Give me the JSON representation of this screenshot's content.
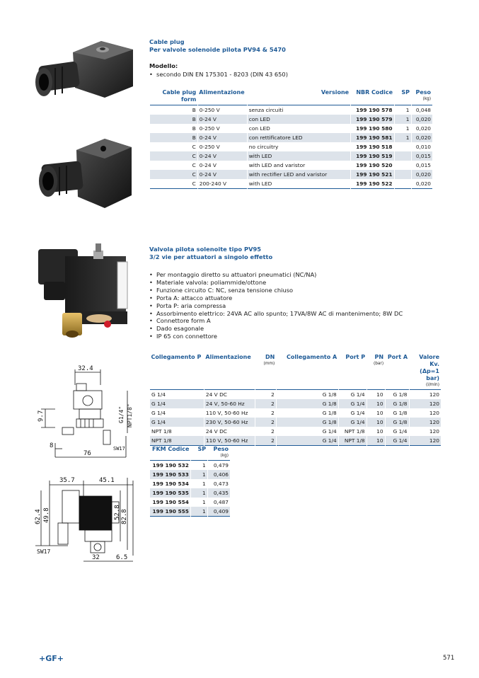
{
  "section1": {
    "title_line1": "Cable plug",
    "title_line2": "Per valvole solenoide pilota PV94 & 5470",
    "model_label": "Modello:",
    "bullets": [
      "secondo DIN EN 175301 - 8203 (DIN 43 650)"
    ],
    "table": {
      "headers": {
        "form": "Cable plug form",
        "alimentazione": "Alimentazione",
        "versione": "Versione",
        "codice": "NBR Codice",
        "sp": "SP",
        "peso": "Peso",
        "peso_unit": "(kg)"
      },
      "rows": [
        {
          "form": "B",
          "alim": "0-250 V",
          "ver": "senza circuiti",
          "code": "199 190 578",
          "sp": "1",
          "peso": "0,048"
        },
        {
          "form": "B",
          "alim": "0-24 V",
          "ver": "con LED",
          "code": "199 190 579",
          "sp": "1",
          "peso": "0,020"
        },
        {
          "form": "B",
          "alim": "0-250 V",
          "ver": "con LED",
          "code": "199 190 580",
          "sp": "1",
          "peso": "0,020"
        },
        {
          "form": "B",
          "alim": "0-24 V",
          "ver": "con rettificatore LED",
          "code": "199 190 581",
          "sp": "1",
          "peso": "0,020"
        },
        {
          "form": "C",
          "alim": "0-250 V",
          "ver": "no circuitry",
          "code": "199 190 518",
          "sp": "",
          "peso": "0,010"
        },
        {
          "form": "C",
          "alim": "0-24 V",
          "ver": "with LED",
          "code": "199 190 519",
          "sp": "",
          "peso": "0,015"
        },
        {
          "form": "C",
          "alim": "0-24 V",
          "ver": "with LED and varistor",
          "code": "199 190 520",
          "sp": "",
          "peso": "0,015"
        },
        {
          "form": "C",
          "alim": "0-24 V",
          "ver": "with rectifier LED and varistor",
          "code": "199 190 521",
          "sp": "",
          "peso": "0,020"
        },
        {
          "form": "C",
          "alim": "200-240 V",
          "ver": "with LED",
          "code": "199 190 522",
          "sp": "",
          "peso": "0,020"
        }
      ]
    }
  },
  "section2": {
    "title_line1": "Valvola pilota solenoite tipo PV95",
    "title_line2": "3/2 vie per attuatori a singolo effetto",
    "bullets": [
      "Per montaggio diretto su attuatori pneumatici (NC/NA)",
      "Materiale valvola: poliammide/ottone",
      "Funzione circuito C: NC, senza tensione chiuso",
      "Porta A: attacco attuatore",
      "Porta P: aria compressa",
      "Assorbimento elettrico: 24VA AC allo spunto; 17VA/8W AC di mantenimento; 8W DC",
      "Connettore form A",
      "Dado esagonale",
      "IP 65 con connettore"
    ],
    "table": {
      "headers": {
        "colP": "Collegamento P",
        "alim": "Alimentazione",
        "dn": "DN",
        "dn_unit": "(mm)",
        "colA": "Collegamento A",
        "portP": "Port P",
        "pn": "PN",
        "pn_unit": "(bar)",
        "portA": "Port A",
        "kv": "Valore Kv.",
        "kv2": "(Δp=1 bar)",
        "kv_unit": "(l/min)"
      },
      "rows": [
        {
          "colP": "G 1/4",
          "alim": "24 V DC",
          "dn": "2",
          "colA": "G 1/8",
          "portP": "G 1/4",
          "pn": "10",
          "portA": "G 1/8",
          "kv": "120"
        },
        {
          "colP": "G 1/4",
          "alim": "24 V, 50-60 Hz",
          "dn": "2",
          "colA": "G 1/8",
          "portP": "G 1/4",
          "pn": "10",
          "portA": "G 1/8",
          "kv": "120"
        },
        {
          "colP": "G 1/4",
          "alim": "110 V, 50-60 Hz",
          "dn": "2",
          "colA": "G 1/8",
          "portP": "G 1/4",
          "pn": "10",
          "portA": "G 1/8",
          "kv": "120"
        },
        {
          "colP": "G 1/4",
          "alim": "230 V, 50-60 Hz",
          "dn": "2",
          "colA": "G 1/8",
          "portP": "G 1/4",
          "pn": "10",
          "portA": "G 1/8",
          "kv": "120"
        },
        {
          "colP": "NPT 1/8",
          "alim": "24 V DC",
          "dn": "2",
          "colA": "G 1/4",
          "portP": "NPT 1/8",
          "pn": "10",
          "portA": "G 1/4",
          "kv": "120"
        },
        {
          "colP": "NPT 1/8",
          "alim": "110 V, 50-60 Hz",
          "dn": "2",
          "colA": "G 1/4",
          "portP": "NPT 1/8",
          "pn": "10",
          "portA": "G 1/4",
          "kv": "120"
        }
      ]
    },
    "table2": {
      "headers": {
        "codice": "FKM Codice",
        "sp": "SP",
        "peso": "Peso",
        "peso_unit": "(kg)"
      },
      "rows": [
        {
          "code": "199 190 532",
          "sp": "1",
          "peso": "0,479"
        },
        {
          "code": "199 190 533",
          "sp": "1",
          "peso": "0,406"
        },
        {
          "code": "199 190 534",
          "sp": "1",
          "peso": "0,473"
        },
        {
          "code": "199 190 535",
          "sp": "1",
          "peso": "0,435"
        },
        {
          "code": "199 190 554",
          "sp": "1",
          "peso": "0,487"
        },
        {
          "code": "199 190 555",
          "sp": "1",
          "peso": "0,409"
        }
      ]
    }
  },
  "drawing1": {
    "d1": "32.4",
    "d2": "9.7",
    "d3": "8",
    "d4": "76",
    "d5": "SW17",
    "d6": "G1/4\"",
    "d7": "NPT1/8\""
  },
  "drawing2": {
    "d1": "35.7",
    "d2": "45.1",
    "d3": "62.4",
    "d4": "49.8",
    "d5": "52.8",
    "d6": "82.8",
    "d7": "SW17",
    "d8": "32",
    "d9": "6.5"
  },
  "footer": {
    "logo": "+GF+",
    "page_number": "571"
  },
  "colors": {
    "accent": "#1e5a96",
    "row_shade": "#dde3ea"
  }
}
